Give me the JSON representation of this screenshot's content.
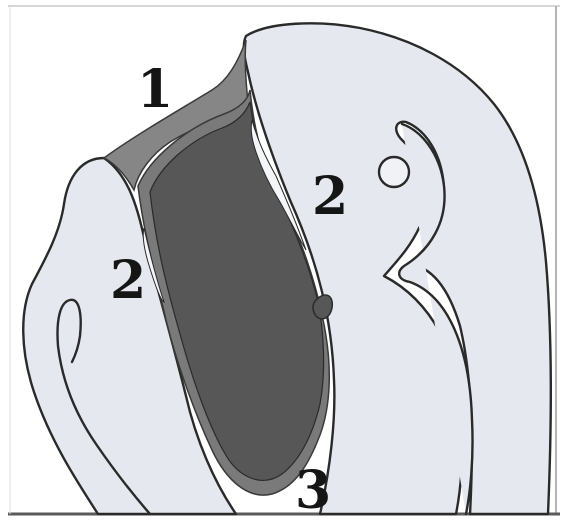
{
  "figure": {
    "labels": {
      "region_1": "1",
      "region_2_right": "2",
      "region_2_left": "2",
      "region_3": "3"
    },
    "colors": {
      "page_background": "#ffffff",
      "tissue_fill": "#e6e8ef",
      "dark_region": "#575757",
      "medium_region": "#868686",
      "outline": "#2a2a2a",
      "label_text": "#151515"
    }
  }
}
